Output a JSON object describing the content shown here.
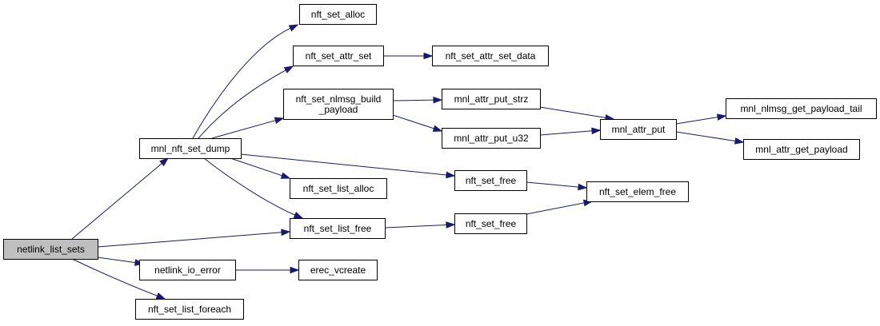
{
  "colors": {
    "edge": "#191970",
    "node_fill": "#ffffff",
    "root_fill": "#bfbfbf",
    "node_border": "#000000"
  },
  "nodes": [
    {
      "id": "netlink_list_sets",
      "lines": [
        "netlink_list_sets"
      ],
      "highlight": true
    },
    {
      "id": "mnl_nft_set_dump",
      "lines": [
        "mnl_nft_set_dump"
      ]
    },
    {
      "id": "nft_set_alloc",
      "lines": [
        "nft_set_alloc"
      ]
    },
    {
      "id": "nft_set_attr_set",
      "lines": [
        "nft_set_attr_set"
      ]
    },
    {
      "id": "nft_set_attr_set_data",
      "lines": [
        "nft_set_attr_set_data"
      ]
    },
    {
      "id": "nft_set_nlmsg_build_payload",
      "lines": [
        "nft_set_nlmsg_build",
        "_payload"
      ]
    },
    {
      "id": "mnl_attr_put_strz",
      "lines": [
        "mnl_attr_put_strz"
      ]
    },
    {
      "id": "mnl_attr_put_u32",
      "lines": [
        "mnl_attr_put_u32"
      ]
    },
    {
      "id": "mnl_attr_put",
      "lines": [
        "mnl_attr_put"
      ]
    },
    {
      "id": "mnl_nlmsg_get_payload_tail",
      "lines": [
        "mnl_nlmsg_get_payload_tail"
      ]
    },
    {
      "id": "mnl_attr_get_payload",
      "lines": [
        "mnl_attr_get_payload"
      ]
    },
    {
      "id": "nft_set_free_1",
      "lines": [
        "nft_set_free"
      ]
    },
    {
      "id": "nft_set_list_alloc",
      "lines": [
        "nft_set_list_alloc"
      ]
    },
    {
      "id": "nft_set_elem_free",
      "lines": [
        "nft_set_elem_free"
      ]
    },
    {
      "id": "nft_set_list_free",
      "lines": [
        "nft_set_list_free"
      ]
    },
    {
      "id": "nft_set_free_2",
      "lines": [
        "nft_set_free"
      ]
    },
    {
      "id": "netlink_io_error",
      "lines": [
        "netlink_io_error"
      ]
    },
    {
      "id": "erec_vcreate",
      "lines": [
        "erec_vcreate"
      ]
    },
    {
      "id": "nft_set_list_foreach",
      "lines": [
        "nft_set_list_foreach"
      ]
    }
  ],
  "edges": [
    {
      "from": "netlink_list_sets",
      "to": "mnl_nft_set_dump"
    },
    {
      "from": "netlink_list_sets",
      "to": "nft_set_list_free"
    },
    {
      "from": "netlink_list_sets",
      "to": "netlink_io_error"
    },
    {
      "from": "netlink_list_sets",
      "to": "nft_set_list_foreach"
    },
    {
      "from": "mnl_nft_set_dump",
      "to": "nft_set_alloc"
    },
    {
      "from": "mnl_nft_set_dump",
      "to": "nft_set_attr_set"
    },
    {
      "from": "mnl_nft_set_dump",
      "to": "nft_set_nlmsg_build_payload"
    },
    {
      "from": "mnl_nft_set_dump",
      "to": "nft_set_free_1"
    },
    {
      "from": "mnl_nft_set_dump",
      "to": "nft_set_list_alloc"
    },
    {
      "from": "mnl_nft_set_dump",
      "to": "nft_set_list_free"
    },
    {
      "from": "nft_set_attr_set",
      "to": "nft_set_attr_set_data"
    },
    {
      "from": "nft_set_nlmsg_build_payload",
      "to": "mnl_attr_put_strz"
    },
    {
      "from": "nft_set_nlmsg_build_payload",
      "to": "mnl_attr_put_u32"
    },
    {
      "from": "mnl_attr_put_strz",
      "to": "mnl_attr_put"
    },
    {
      "from": "mnl_attr_put_u32",
      "to": "mnl_attr_put"
    },
    {
      "from": "mnl_attr_put",
      "to": "mnl_nlmsg_get_payload_tail"
    },
    {
      "from": "mnl_attr_put",
      "to": "mnl_attr_get_payload"
    },
    {
      "from": "nft_set_free_1",
      "to": "nft_set_elem_free"
    },
    {
      "from": "nft_set_list_free",
      "to": "nft_set_free_2"
    },
    {
      "from": "nft_set_free_2",
      "to": "nft_set_elem_free"
    },
    {
      "from": "netlink_io_error",
      "to": "erec_vcreate"
    }
  ]
}
